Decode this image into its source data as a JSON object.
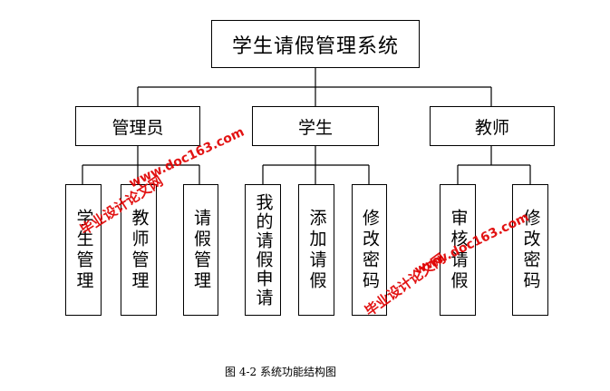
{
  "root": {
    "label": "学生请假管理系统"
  },
  "modules": [
    {
      "label": "管理员",
      "children": [
        "学生管理",
        "教师管理",
        "请假管理"
      ]
    },
    {
      "label": "学生",
      "children": [
        "我的请假申请",
        "添加请假",
        "修改密码"
      ]
    },
    {
      "label": "教师",
      "children": [
        "审核请假",
        "修改密码"
      ]
    }
  ],
  "caption": "图 4-2 系统功能结构图",
  "watermarks": {
    "text_cn": "毕业设计论文网",
    "text_url": "www.doc163.com",
    "color": "#e00000"
  }
}
